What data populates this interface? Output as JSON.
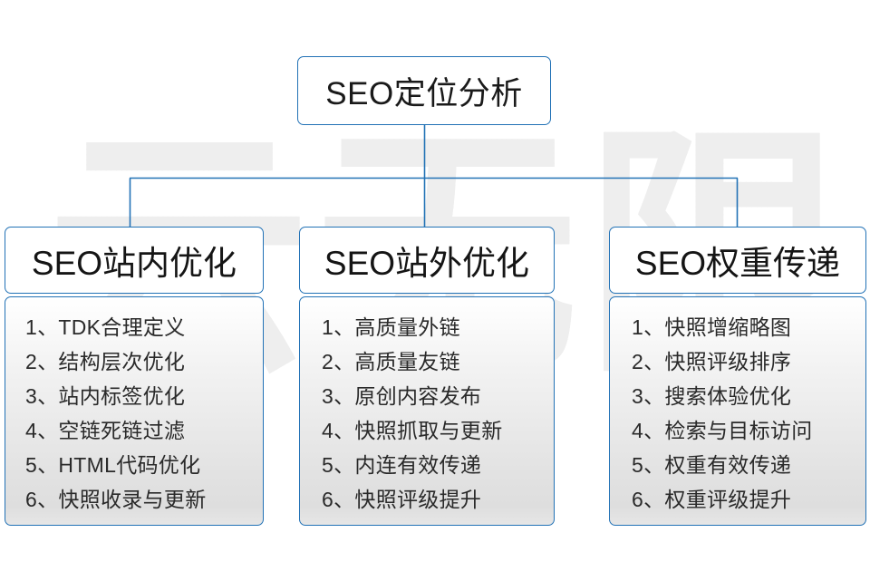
{
  "diagram": {
    "title": "SEO定位分析",
    "watermark": "云无限",
    "accent_color": "#2272b6",
    "root": {
      "label": "SEO定位分析"
    },
    "columns": [
      {
        "header": "SEO站内优化",
        "items": [
          "1、TDK合理定义",
          "2、结构层次优化",
          "3、站内标签优化",
          "4、空链死链过滤",
          "5、HTML代码优化",
          "6、快照收录与更新"
        ]
      },
      {
        "header": "SEO站外优化",
        "items": [
          "1、高质量外链",
          "2、高质量友链",
          "3、原创内容发布",
          "4、快照抓取与更新",
          "5、内连有效传递",
          "6、快照评级提升"
        ]
      },
      {
        "header": "SEO权重传递",
        "items": [
          "1、快照增缩略图",
          "2、快照评级排序",
          "3、搜索体验优化",
          "4、检索与目标访问",
          "5、权重有效传递",
          "6、权重评级提升"
        ]
      }
    ]
  }
}
